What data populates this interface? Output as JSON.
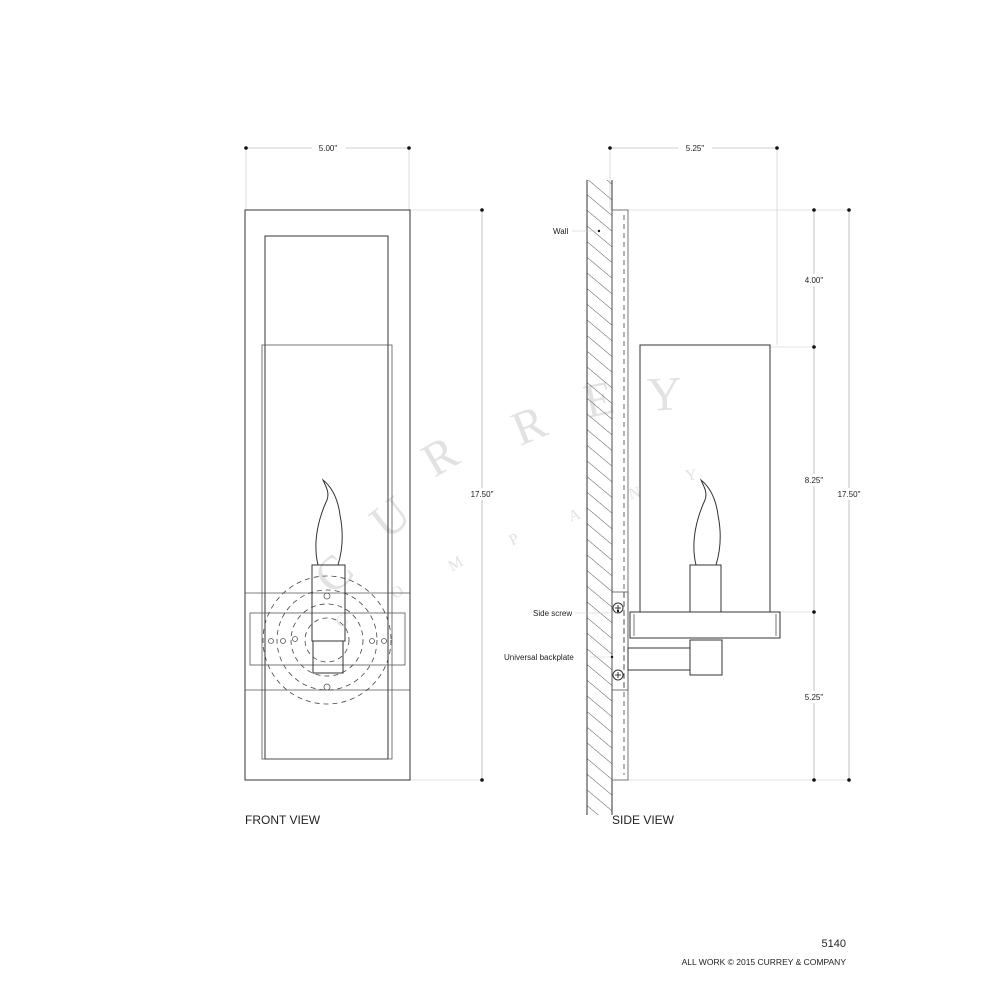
{
  "front_view": {
    "label": "FRONT VIEW",
    "width_dim": "5.00\"",
    "height_dim": "17.50\""
  },
  "side_view": {
    "label": "SIDE VIEW",
    "depth_dim": "5.25\"",
    "top_dim": "4.00\"",
    "glass_dim": "8.25\"",
    "bottom_dim": "5.25\"",
    "height_dim": "17.50\"",
    "callouts": {
      "wall": "Wall",
      "side_screw": "Side screw",
      "backplate": "Universal backplate"
    }
  },
  "watermark": {
    "line1": "CURREY",
    "line2": "COMPANY"
  },
  "footer": {
    "item_number": "5140",
    "copyright": "ALL WORK © 2015 CURREY & COMPANY"
  }
}
